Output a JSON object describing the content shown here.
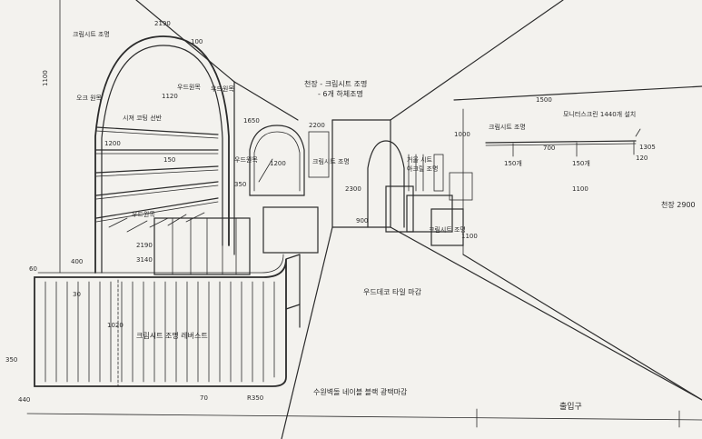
{
  "labels": {
    "top_dim": "2190",
    "top_dim2": "100",
    "left_marble_label": "크림시트 조명",
    "left_side_dim": "1100",
    "left_side_note": "오크 원목",
    "arch_inner_label": "우드원목",
    "arch_right_label": "우드원목",
    "arch_dim_1120": "1120",
    "shelf_note": "시져 코팅 선반",
    "shelf_dim_1200": "1200",
    "shelf_dim_150": "150",
    "shelf_label_wood": "우드원목",
    "shelf_dim_2190": "2190",
    "counter_dim_3140": "3140",
    "counter_dim_400": "400",
    "counter_dim_60": "60",
    "counter_dim_30": "30",
    "counter_front_label": "크림시트 조명 레버스트",
    "counter_dim_1020": "1020",
    "counter_bottom_70": "70",
    "counter_bottom_R350": "R350",
    "counter_bottom_440": "440",
    "counter_left_350": "350",
    "ceiling_note_1": "천장 - 크림시트 조명",
    "ceiling_note_2": "- 6개 하체조명",
    "back_dim_1650": "1650",
    "back_dim_2200": "2200",
    "mid_arch_label": "우드원목",
    "mid_arch_dim_1200": "1200",
    "mid_arch_dim_350": "350",
    "mid_right_label": "크림시트 조명",
    "center_dim_2300": "2300",
    "center_dim_900": "900",
    "right_arch_label": "거울 시트",
    "right_arch_label2": "아크릴 조명",
    "right_label_3": "크림시트 조명",
    "right_wall_dim_1000": "1000",
    "right_wall_dim_1100": "1100",
    "ceiling_right_label": "크림시트 조명",
    "ceiling_right_label2": "모니터스크린 1440개 설치",
    "ceiling_dim_1305": "1305",
    "ceiling_dim_1500": "1500",
    "ceiling_dim_150a": "150개",
    "ceiling_dim_150b": "150개",
    "ceiling_dim_700": "700",
    "ceiling_dim_120": "120",
    "right_far_note": "천장 2900",
    "floor_note_1": "우드데코 타일 마감",
    "floor_note_2": "수원벽돌 네이블 블랙 광택마감",
    "entrance_label": "출입구",
    "right_dim_1100": "1100"
  },
  "colors": {
    "paper": "#f3f2ee",
    "ink": "#2b2b2b"
  }
}
